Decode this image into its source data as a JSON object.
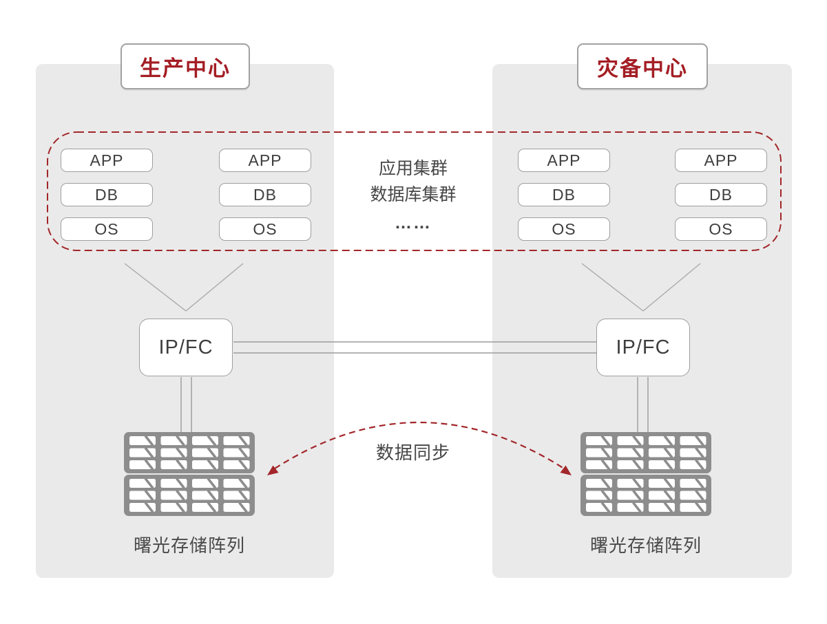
{
  "colors": {
    "accent_red": "#A2262A",
    "title_red": "#A41E25",
    "panel_gray": "#EAEAEA",
    "connector_gray": "#9B9B9B",
    "chassis_gray": "#8D8D8D",
    "text_dark": "#3E3E3E"
  },
  "icons": {
    "storage": "storage-array-icon",
    "sync_arrow": "sync-dashed-double-arrow-icon"
  },
  "prod": {
    "title": "生产中心",
    "stacks": [
      {
        "items": [
          "APP",
          "DB",
          "OS"
        ]
      },
      {
        "items": [
          "APP",
          "DB",
          "OS"
        ]
      }
    ],
    "switch_label": "IP/FC",
    "storage_label": "曙光存储阵列"
  },
  "dr": {
    "title": "灾备中心",
    "stacks": [
      {
        "items": [
          "APP",
          "DB",
          "OS"
        ]
      },
      {
        "items": [
          "APP",
          "DB",
          "OS"
        ]
      }
    ],
    "switch_label": "IP/FC",
    "storage_label": "曙光存储阵列"
  },
  "cluster_note": {
    "line1": "应用集群",
    "line2": "数据库集群",
    "line3": "……"
  },
  "sync": {
    "label": "数据同步"
  }
}
